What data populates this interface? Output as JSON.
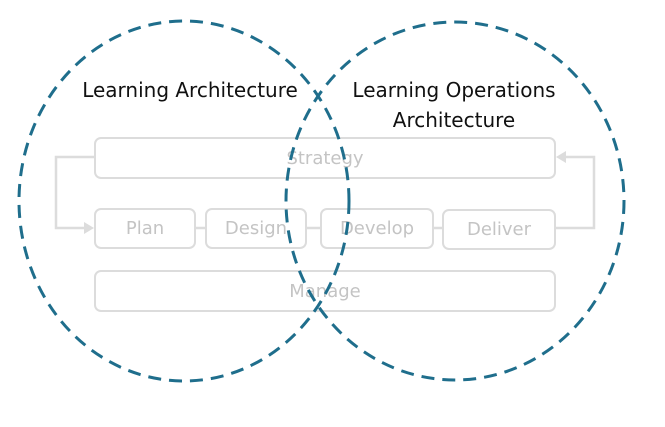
{
  "circles": {
    "left_title": "Learning Architecture",
    "right_title_line1": "Learning Operations",
    "right_title_line2": "Architecture",
    "stroke_color": "#1f6e8c"
  },
  "process": {
    "strategy": "Strategy",
    "steps": [
      "Plan",
      "Design",
      "Develop",
      "Deliver"
    ],
    "manage": "Manage",
    "box_color": "#dcdcdc",
    "text_color": "#c4c4c4"
  }
}
